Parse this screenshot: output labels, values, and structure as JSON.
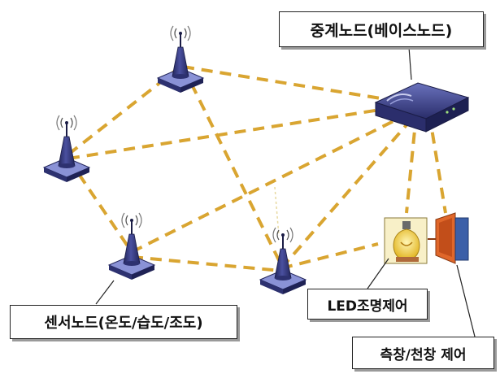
{
  "labels": {
    "relay_node": "중계노드(베이스노드)",
    "sensor_node": "센서노드(온도/습도/조도)",
    "led_control": "LED조명제어",
    "window_control": "측창/천창 제어"
  },
  "colors": {
    "link": "#d9a531",
    "node_body": "#3b3f8e",
    "node_dark": "#23265c",
    "node_light": "#7b83c8",
    "bulb": "#f3cf3a",
    "door": "#e0672a",
    "window_blue": "#3b5fa8"
  },
  "icons": {
    "sensor": "wireless-sensor-icon",
    "relay": "router-icon",
    "led": "light-bulb-icon",
    "window": "window-actuator-icon"
  }
}
